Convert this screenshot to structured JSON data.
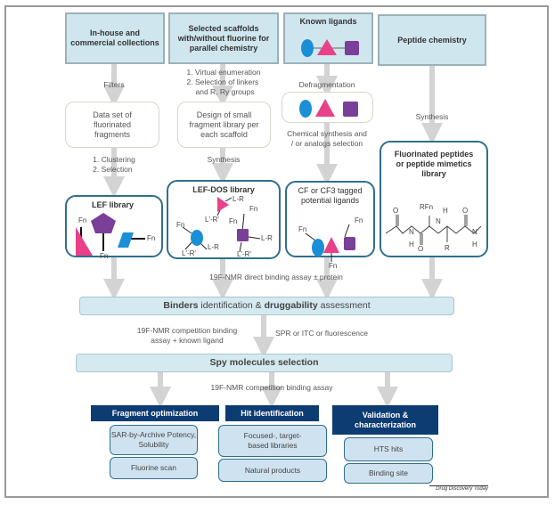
{
  "sources": [
    {
      "title": "In-house and commercial collections"
    },
    {
      "title": "Selected scaffolds with/without fluorine for parallel chemistry"
    },
    {
      "title": "Known ligands"
    },
    {
      "title": "Peptide chemistry"
    }
  ],
  "steps": {
    "filters": "Filters",
    "virtual_1": "1. Virtual enumeration",
    "virtual_2": "2. Selection of linkers",
    "virtual_3": "and R, Ry groups",
    "defrag": "Defragmentation",
    "synthesis_peptide": "Synthesis",
    "dataset": "Data set of fluorinated fragments",
    "design": "Design of small fragment library per each scaffold",
    "chem_synth": "Chemical synthesis and / or analogs selection",
    "clustering_1": "1. Clustering",
    "clustering_2": "2. Selection",
    "synthesis_dos": "Synthesis"
  },
  "libraries": {
    "lef": "LEF library",
    "lefdos": "LEF-DOS library",
    "cf": "CF or CF3 tagged potential ligands",
    "peptide": "Fluorinated peptides or peptide mimetics library"
  },
  "labels": {
    "fn": "Fn",
    "lr": "L-R",
    "lpr": "L'-R'",
    "rfn": "RFn",
    "h": "H",
    "n": "N",
    "o": "O",
    "r": "R"
  },
  "assay_direct": "19F-NMR direct binding assay ± protein",
  "binders": {
    "b1": "Binders",
    "t1": " identification & ",
    "b2": "druggability",
    "t2": " assessment"
  },
  "competition_known": "19F-NMR competition binding assay + known ligand",
  "spr": "SPR or ITC or fluorescence",
  "spy": "Spy molecules selection",
  "assay_comp": "19F-NMR competition binding assay",
  "outcomes": [
    {
      "header": "Fragment  optimization",
      "items": [
        "SAR-by-Archive Potency, Solubility",
        "Fluorine scan"
      ]
    },
    {
      "header": "Hit identification",
      "items": [
        "Focused-, target-based libraries",
        "Natural products"
      ]
    },
    {
      "header": "Validation & characterization",
      "items": [
        "HTS hits",
        "Binding site"
      ]
    }
  ],
  "credit": "Drug Discovery Today",
  "colors": {
    "pink": "#e8418a",
    "purple": "#7a3f98",
    "blue": "#1a8fd6",
    "dark_header": "#0d3c73",
    "box_outline": "#2f6f8d",
    "light_fill": "#cfe6ee",
    "arrow": "#d3d3d3"
  }
}
